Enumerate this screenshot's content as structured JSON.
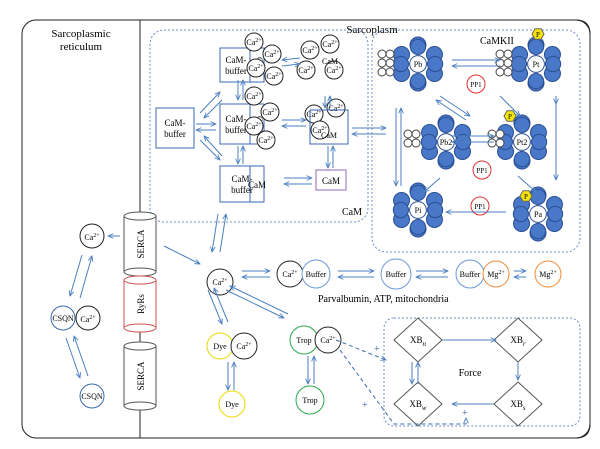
{
  "labels": {
    "sr_line1": "Sarcoplasmic",
    "sr_line2": "reticulum",
    "sarcoplasm": "Sarcoplasm",
    "camkii": "CaMKII",
    "cam_region": "CaM",
    "parvalbumin": "Parvalbumin, ATP, mitochondria",
    "force": "Force"
  },
  "sr": {
    "serca_top": "SERCA",
    "ryrs": "RyRs",
    "serca_bottom": "SERCA",
    "ca": "Ca",
    "csqn_bound": "CSQN",
    "csqn_bound_ca": "Ca",
    "csqn": "CSQN"
  },
  "cam": {
    "cam_buffer": "CaM-",
    "cam_buffer_2": "buffer",
    "cam": "CaM",
    "ca": "Ca",
    "charge": "2+"
  },
  "kinase": {
    "pb": "Pb",
    "pt": "Pt",
    "pb2": "Pb2",
    "pt2": "Pt2",
    "pi": "Pi",
    "pa": "Pa",
    "pp1": "PP1",
    "p": "P"
  },
  "cytosol": {
    "ca": "Ca",
    "buffer": "Buffer",
    "mg": "Mg",
    "dye": "Dye",
    "trop": "Trop"
  },
  "xb": {
    "xbn": "XB",
    "xbn_sub": "n",
    "xbr": "XB",
    "xbr_sub": "r",
    "xbw": "XB",
    "xbw_sub": "w",
    "xbs": "XB",
    "xbs_sub": "s",
    "plus": "+"
  },
  "colors": {
    "arrow": "#4a7fc0",
    "protein": "#4a78c8",
    "protein_edge": "#2a4f92",
    "pp1": "#e03030",
    "dye": "#e8d800",
    "trop": "#2fa84f",
    "buffer": "#6a9ad8",
    "mg": "#f08a30",
    "cam": "#8a6ab8",
    "phospho": "#f5e400",
    "ryr": "#d05050",
    "dashed": "#8aa0c8"
  }
}
